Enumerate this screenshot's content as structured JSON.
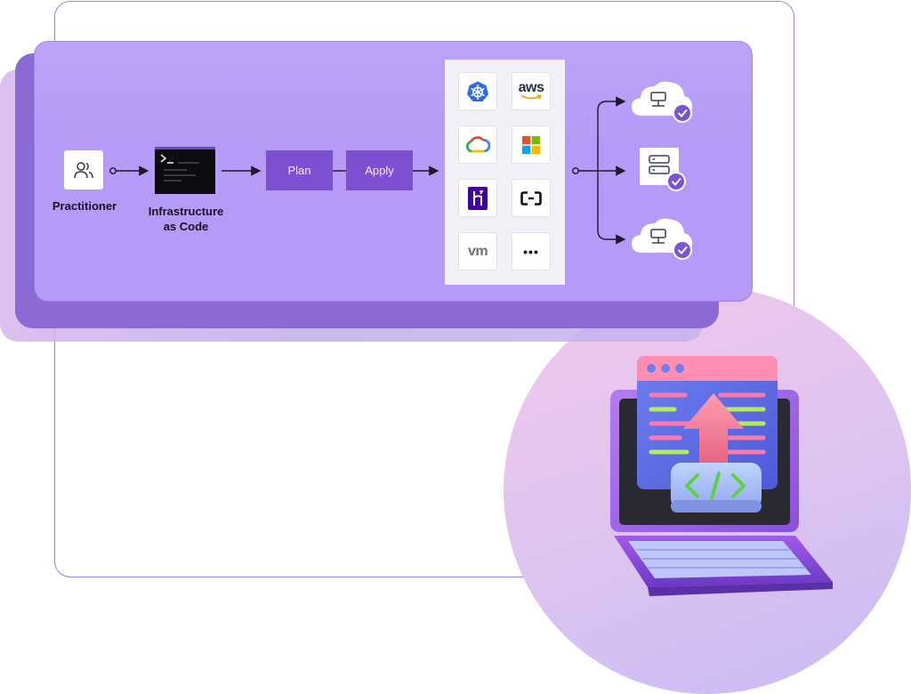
{
  "workflow": {
    "practitioner_label": "Practitioner",
    "iac_label_line1": "Infrastructure",
    "iac_label_line2": "as Code",
    "plan_label": "Plan",
    "apply_label": "Apply"
  },
  "providers": {
    "items": [
      {
        "icon": "kubernetes-icon"
      },
      {
        "icon": "aws-icon",
        "text": "aws"
      },
      {
        "icon": "google-cloud-icon"
      },
      {
        "icon": "microsoft-icon"
      },
      {
        "icon": "heroku-icon"
      },
      {
        "icon": "alibaba-cloud-icon"
      },
      {
        "icon": "vmware-icon",
        "text": "vm"
      },
      {
        "icon": "more-icon",
        "text": "•••"
      }
    ]
  },
  "targets": [
    {
      "icon": "cloud-server-icon",
      "status": "check"
    },
    {
      "icon": "server-stack-icon",
      "status": "check"
    },
    {
      "icon": "cloud-server-icon",
      "status": "check"
    }
  ],
  "colors": {
    "panel": "#b59af7",
    "step": "#7e4fd0",
    "check": "#7a52d6",
    "frame": "#9d7de6"
  },
  "illustration": {
    "icon": "laptop-code-upload-icon",
    "code_glyph": "</>"
  }
}
